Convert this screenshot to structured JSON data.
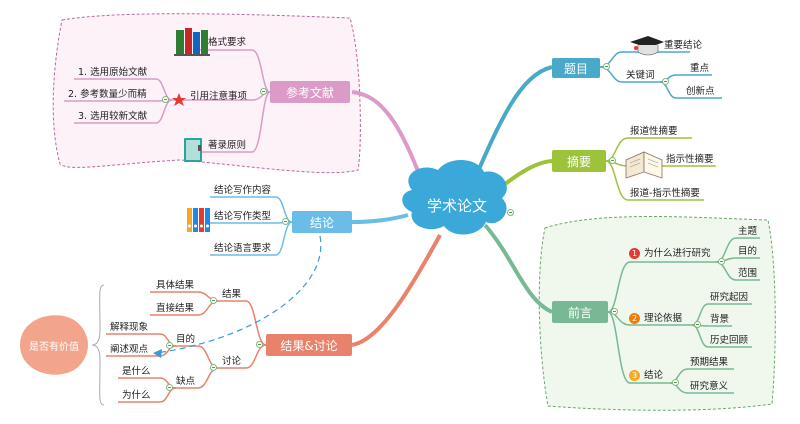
{
  "center": {
    "label": "学术论文"
  },
  "branches": {
    "title": {
      "label": "题目",
      "children": [
        {
          "label": "重要结论"
        },
        {
          "label": "关键词",
          "children": [
            {
              "label": "重点"
            },
            {
              "label": "创新点"
            }
          ]
        }
      ]
    },
    "abstract": {
      "label": "摘要",
      "children": [
        {
          "label": "报道性摘要"
        },
        {
          "label": "指示性摘要"
        },
        {
          "label": "报道-指示性摘要"
        }
      ]
    },
    "intro": {
      "label": "前言",
      "children": [
        {
          "num": "1",
          "label": "为什么进行研究",
          "children": [
            {
              "label": "主题"
            },
            {
              "label": "目的"
            },
            {
              "label": "范围"
            }
          ]
        },
        {
          "num": "2",
          "label": "理论依据",
          "children": [
            {
              "label": "研究起因"
            },
            {
              "label": "背景"
            },
            {
              "label": "历史回顾"
            }
          ]
        },
        {
          "num": "3",
          "label": "结论",
          "children": [
            {
              "label": "预期结果"
            },
            {
              "label": "研究意义"
            }
          ]
        }
      ]
    },
    "references": {
      "label": "参考文献",
      "children": [
        {
          "label": "格式要求"
        },
        {
          "label": "引用注意事项",
          "children": [
            {
              "label": "1. 选用原始文献"
            },
            {
              "label": "2. 参考数量少而精"
            },
            {
              "label": "3. 选用较新文献"
            }
          ]
        },
        {
          "label": "著录原则"
        }
      ]
    },
    "conclusion": {
      "label": "结论",
      "children": [
        {
          "label": "结论写作内容"
        },
        {
          "label": "结论写作类型"
        },
        {
          "label": "结论语言要求"
        }
      ]
    },
    "results": {
      "label": "结果&讨论",
      "children": [
        {
          "label": "结果",
          "children": [
            {
              "label": "具体结果"
            },
            {
              "label": "直接结果"
            }
          ]
        },
        {
          "label": "讨论",
          "children": [
            {
              "label": "目的",
              "children": [
                {
                  "label": "解释现象"
                },
                {
                  "label": "阐述观点"
                }
              ]
            },
            {
              "label": "缺点",
              "children": [
                {
                  "label": "是什么"
                },
                {
                  "label": "为什么"
                }
              ]
            }
          ]
        }
      ]
    }
  },
  "callout": {
    "label": "是否有价值"
  },
  "colors": {
    "title": "#4aa8c8",
    "abstract": "#9cc33a",
    "intro": "#78b894",
    "references": "#dc9ac8",
    "conclusion": "#6cbce8",
    "results": "#e8826a",
    "center": "#3aa8d8",
    "leafline": "#5b9bd5"
  }
}
